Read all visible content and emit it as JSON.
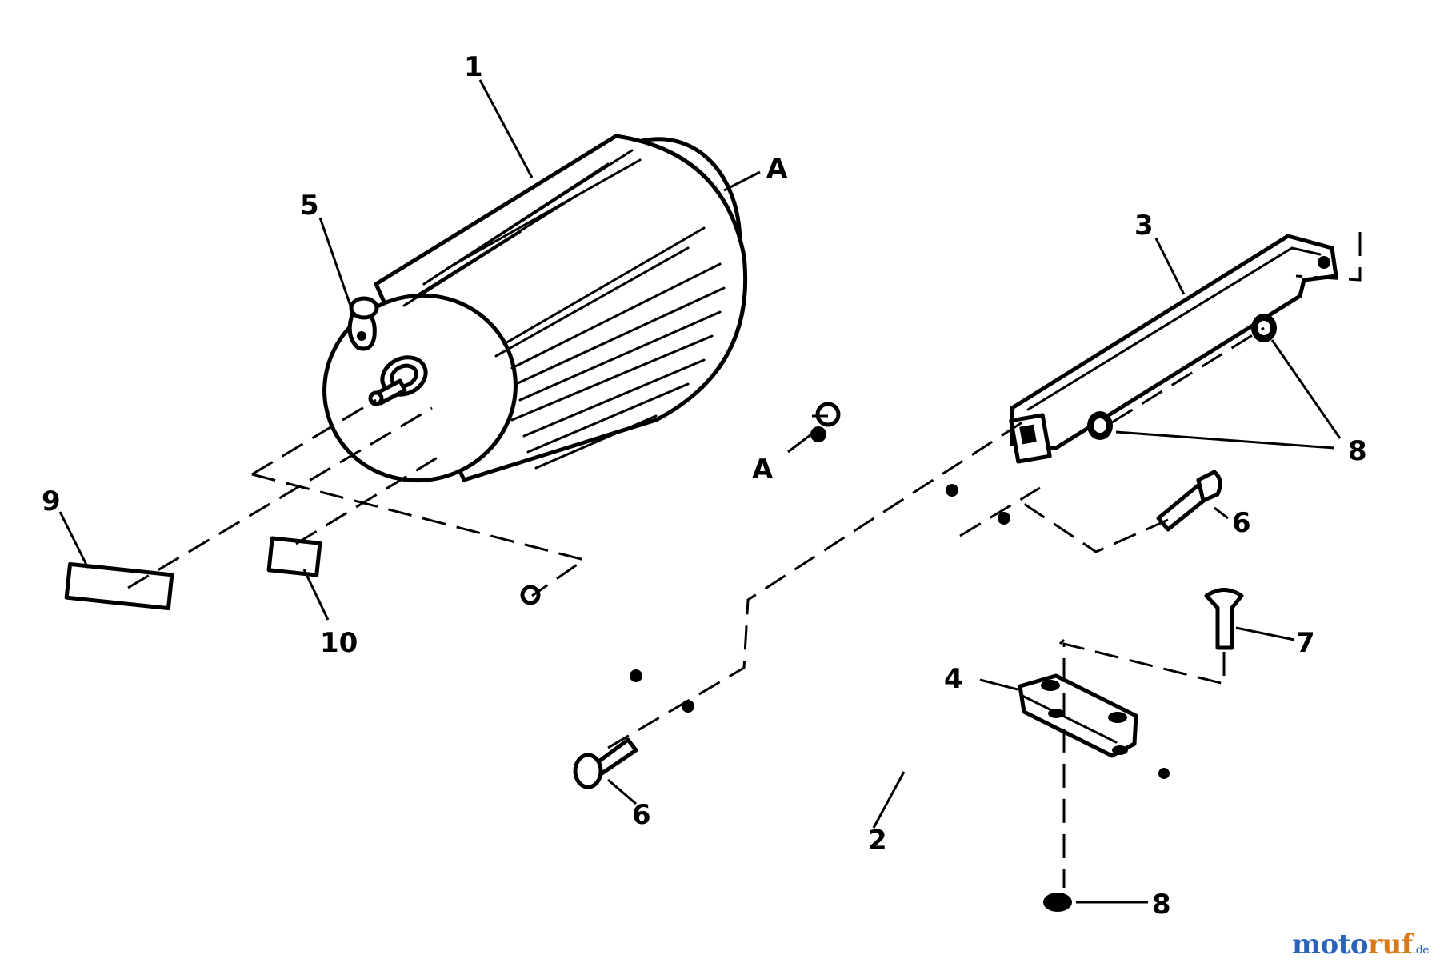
{
  "diagram": {
    "callouts": {
      "c1": "1",
      "c2": "2",
      "c3": "3",
      "c4": "4",
      "c5": "5",
      "c6a": "6",
      "c6b": "6",
      "c7": "7",
      "c8a": "8",
      "c8b": "8",
      "c9": "9",
      "c10": "10",
      "cA1": "A",
      "cA2": "A"
    }
  },
  "brand": {
    "part1": "moto",
    "part2": "ruf",
    "part3": ".de"
  }
}
